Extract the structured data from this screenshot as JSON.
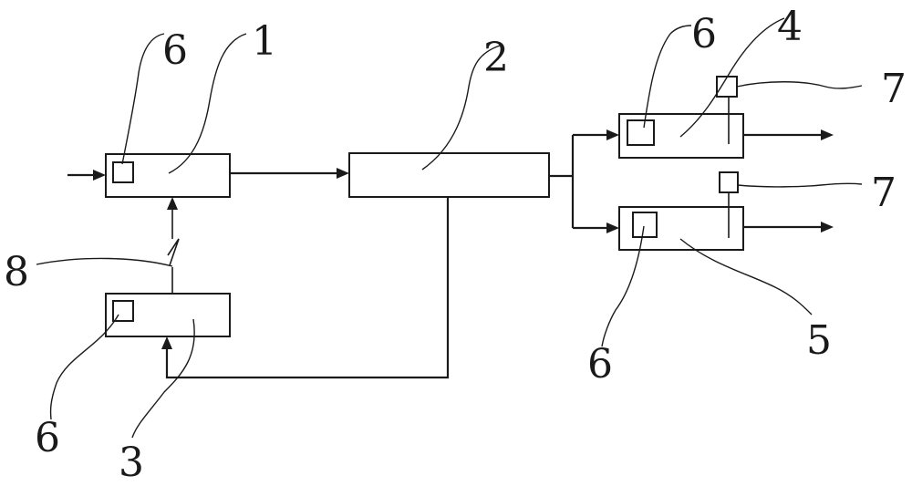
{
  "labels": {
    "component_1": "1",
    "component_2": "2",
    "component_3": "3",
    "component_4": "4",
    "component_5": "5",
    "component_6_top_left": "6",
    "component_6_bottom_left": "6",
    "component_6_top_right": "6",
    "component_6_bottom_right": "6",
    "component_7_upper": "7",
    "component_7_lower": "7",
    "component_8": "8"
  }
}
